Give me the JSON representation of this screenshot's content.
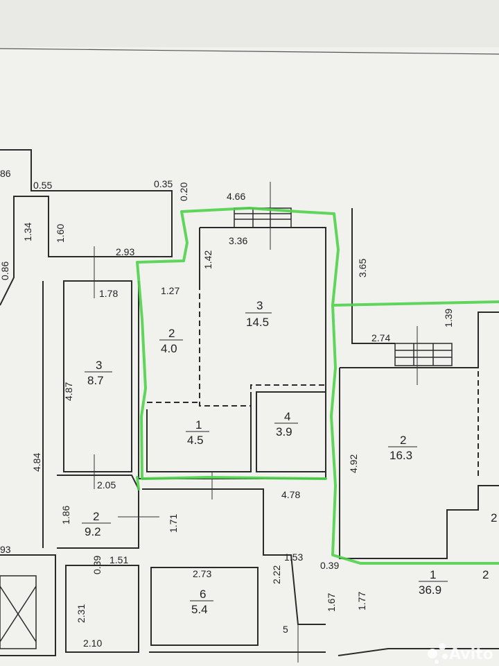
{
  "rooms": [
    {
      "id": "r3-center",
      "num": "3",
      "area": "14.5"
    },
    {
      "id": "r2-center",
      "num": "2",
      "area": "4.0"
    },
    {
      "id": "r1-center",
      "num": "1",
      "area": "4.5"
    },
    {
      "id": "r4-center",
      "num": "4",
      "area": "3.9"
    },
    {
      "id": "r2-right",
      "num": "2",
      "area": "16.3"
    },
    {
      "id": "r3-left",
      "num": "3",
      "area": "8.7"
    },
    {
      "id": "r2-left",
      "num": "2",
      "area": "9.2"
    },
    {
      "id": "r6-bottom",
      "num": "6",
      "area": "5.4"
    },
    {
      "id": "r1-bottom",
      "num": "1",
      "area": "36.9"
    }
  ],
  "dimensions": {
    "d86": "86",
    "d055": "0.55",
    "d035": "0.35",
    "d020": "0.20",
    "d466": "4.66",
    "d134": "1.34",
    "d160": "1.60",
    "d336": "3.36",
    "d142": "1.42",
    "d365": "3.65",
    "d086": "0.86",
    "d293": "2.93",
    "d178": "1.78",
    "d127": "1.27",
    "d139": "1.39",
    "d274": "2.74",
    "d487": "4.87",
    "d484": "4.84",
    "d492": "4.92",
    "d205": "2.05",
    "d478": "4.78",
    "d186": "1.86",
    "d171": "1.71",
    "d93": "93",
    "d039a": "0.39",
    "d151": "1.51",
    "d153": "1.53",
    "d273": "2.73",
    "d222": "2.22",
    "d039b": "0.39",
    "d231": "2.31",
    "d167": "1.67",
    "d177": "1.77",
    "d210": "2.10",
    "d5": "5"
  },
  "partial_labels": {
    "right_two": "2",
    "right_edge_two": "2"
  },
  "watermark": "Avito",
  "colors": {
    "highlight": "#4fd24a",
    "wall": "#2a2a2a",
    "paper": "#f2f2ef"
  }
}
